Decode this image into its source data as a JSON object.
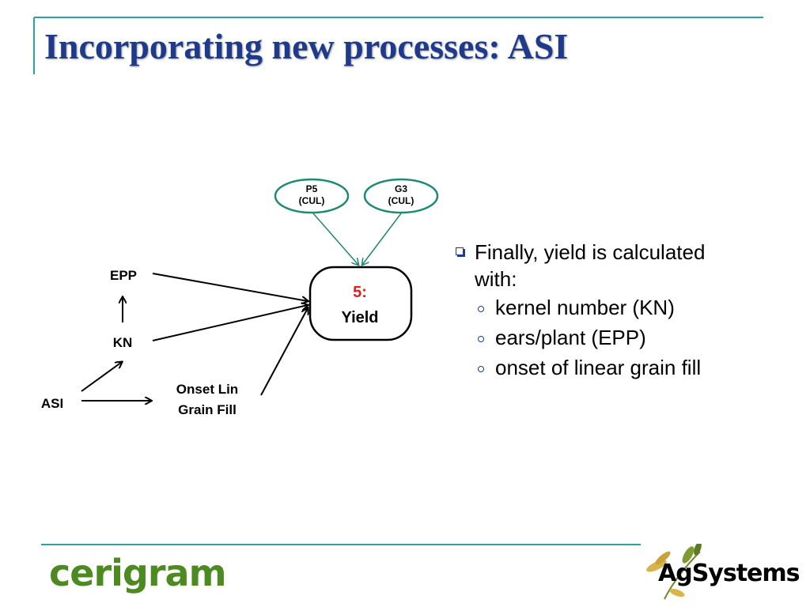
{
  "slide": {
    "title": "Incorporating new processes: ASI"
  },
  "diagram": {
    "ovals": [
      {
        "id": "p5",
        "line1": "P5",
        "line2": "(CUL)"
      },
      {
        "id": "g3",
        "line1": "G3",
        "line2": "(CUL)"
      }
    ],
    "yield_box": {
      "number": "5:",
      "label": "Yield"
    },
    "nodes": {
      "epp": "EPP",
      "kn": "KN",
      "asi": "ASI",
      "onset_line1": "Onset Lin",
      "onset_line2": "Grain Fill"
    }
  },
  "bullets": {
    "main_line1": "Finally, yield is calculated",
    "main_line2": "with:",
    "items": [
      "kernel number (KN)",
      "ears/plant (EPP)",
      "onset of linear grain fill"
    ]
  },
  "logos": {
    "left": "cerigram",
    "right": "AgSystems"
  },
  "colors": {
    "title": "#1f3a8a",
    "accent_line": "#2aa3a0",
    "oval_border": "#1f8a73",
    "yield_number": "#e0201b",
    "bullet_marker": "#1f3a8a",
    "cerigram_green": "#4e8a22"
  }
}
